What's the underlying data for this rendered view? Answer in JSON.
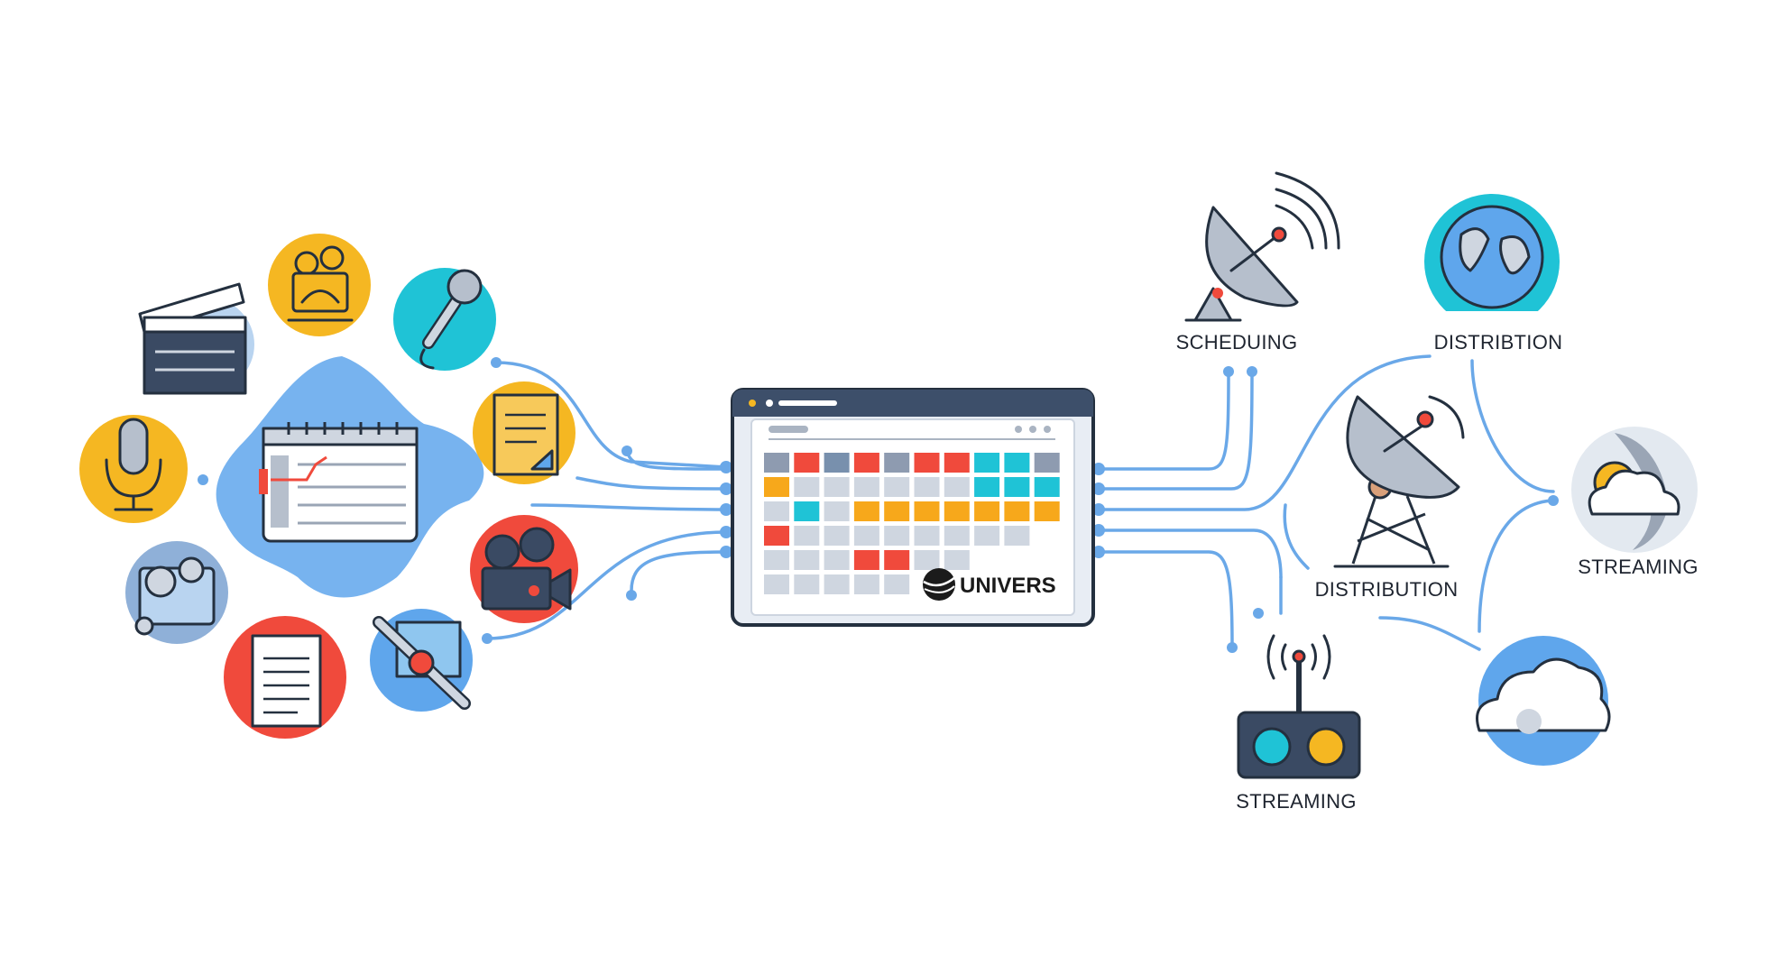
{
  "app": {
    "logo_text": "UNIVERS",
    "grid_rows": [
      [
        "slate",
        "red",
        "steel",
        "red",
        "slate",
        "red",
        "red",
        "teal",
        "teal",
        "slate"
      ],
      [
        "orange",
        "gray",
        "gray",
        "gray",
        "gray",
        "gray",
        "gray",
        "teal",
        "teal",
        "teal"
      ],
      [
        "gray",
        "teal",
        "gray",
        "orange",
        "orange",
        "orange",
        "orange",
        "orange",
        "orange",
        "orange"
      ],
      [
        "red",
        "gray",
        "gray",
        "gray",
        "gray",
        "gray",
        "gray",
        "gray",
        "gray"
      ],
      [
        "gray",
        "gray",
        "gray",
        "red",
        "red",
        "gray",
        "gray"
      ],
      [
        "gray",
        "gray",
        "gray",
        "gray",
        "gray"
      ]
    ]
  },
  "labels": {
    "scheduling": "SCHEDUING",
    "distribution_globe": "DISTRIBTION",
    "distribution_tower": "DISTRIBUTION",
    "streaming_cloud": "STREAMING",
    "streaming_radio": "STREAMING"
  },
  "colors": {
    "slate": "#8e9bb0",
    "steel": "#7890ad",
    "red": "#f04a3c",
    "teal": "#1fc3d6",
    "orange": "#f7a81b",
    "gray": "#cfd6e0",
    "wire": "#6aa8e8",
    "yellow": "#f5b722",
    "blue": "#5fa6ec",
    "dark": "#3a4a63"
  }
}
